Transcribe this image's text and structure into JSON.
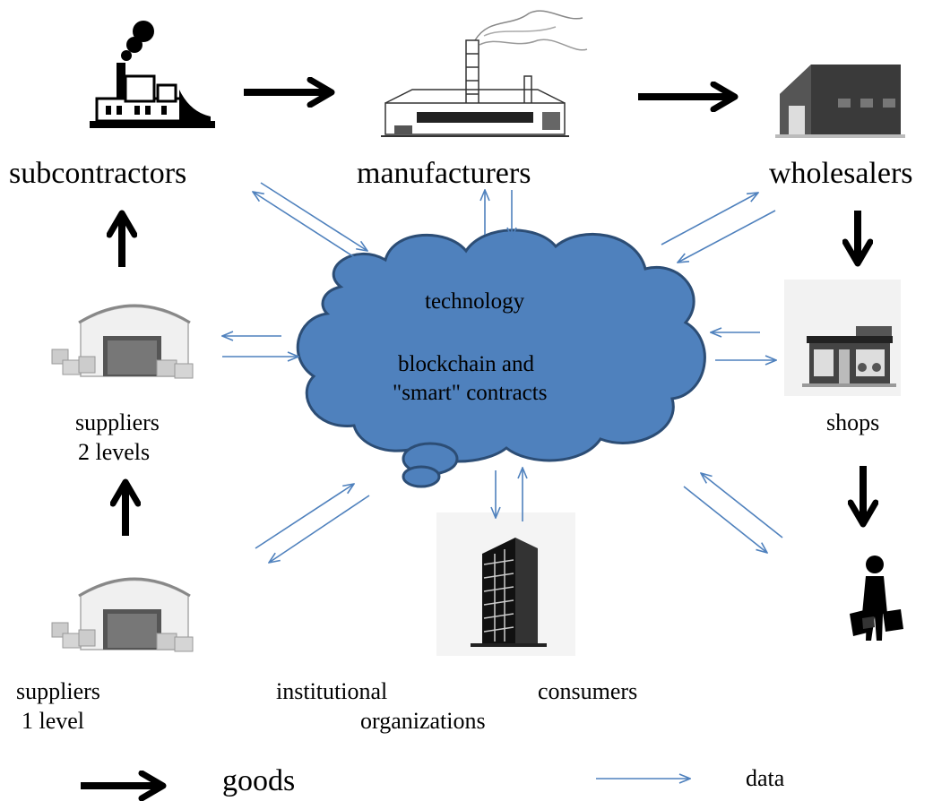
{
  "nodes": {
    "subcontractors": "subcontractors",
    "manufacturers": "manufacturers",
    "wholesalers": "wholesalers",
    "shops": "shops",
    "suppliers_2_line1": "suppliers",
    "suppliers_2_line2": "2 levels",
    "suppliers_1_line1": "suppliers",
    "suppliers_1_line2": "1 level",
    "institutional": "institutional",
    "organizations": "organizations",
    "consumers": "consumers"
  },
  "cloud": {
    "line1": "technology",
    "line2": "blockchain and",
    "line3": "\"smart\" contracts"
  },
  "legend": {
    "goods": "goods",
    "data": "data"
  },
  "colors": {
    "goods_arrow": "#000000",
    "data_arrow": "#4f81bd",
    "cloud_fill": "#4f81bd",
    "cloud_stroke": "#2c4d75"
  }
}
